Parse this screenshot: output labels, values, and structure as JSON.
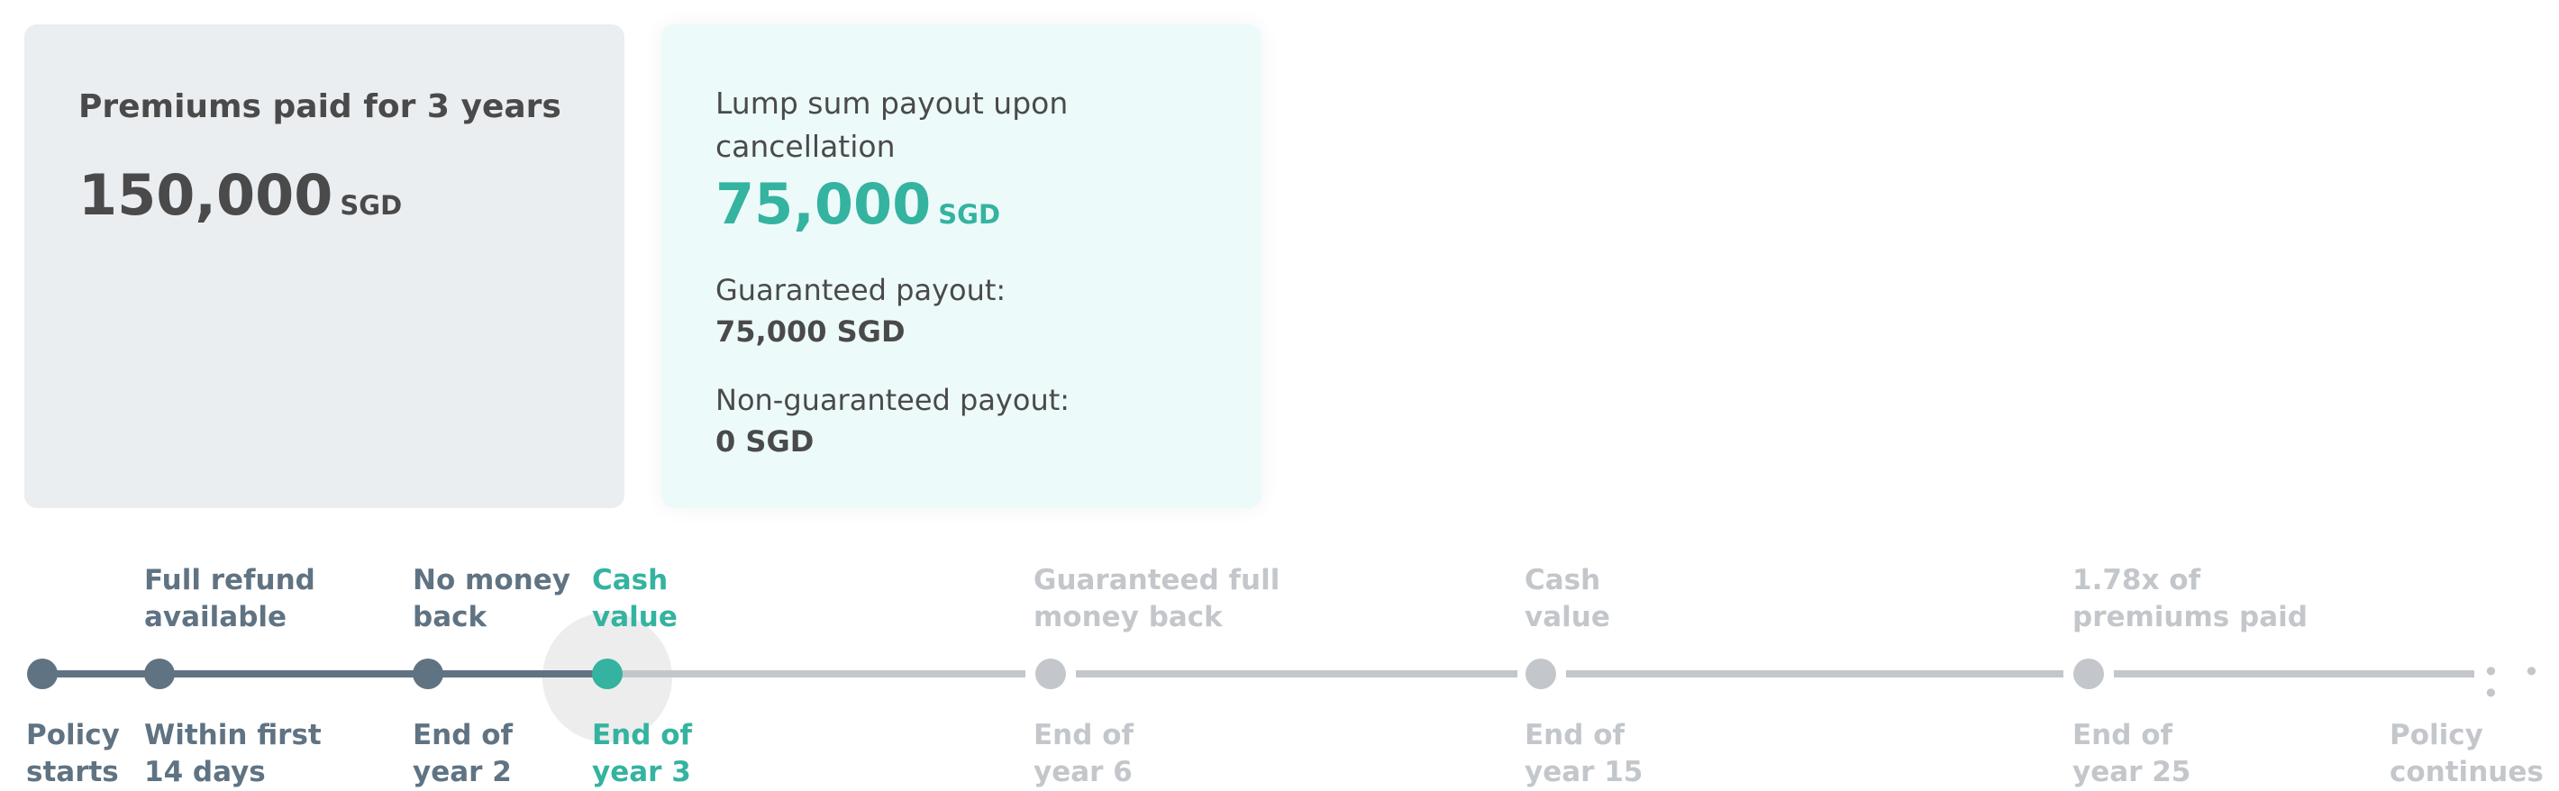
{
  "premiums_card": {
    "title": "Premiums paid for 3 years",
    "amount": "150,000",
    "currency": "SGD"
  },
  "payout_card": {
    "title": "Lump sum payout upon cancellation",
    "amount": "75,000",
    "currency": "SGD",
    "guaranteed_label": "Guaranteed payout:",
    "guaranteed_value": "75,000 SGD",
    "nonguaranteed_label": "Non-guaranteed payout:",
    "nonguaranteed_value": "0 SGD"
  },
  "timeline": {
    "milestones": [
      {
        "top_line1": "",
        "top_line2": "",
        "bottom_line1": "Policy",
        "bottom_line2": "starts",
        "state": "past"
      },
      {
        "top_line1": "Full refund",
        "top_line2": "available",
        "bottom_line1": "Within first",
        "bottom_line2": "14 days",
        "state": "past"
      },
      {
        "top_line1": "No money",
        "top_line2": "back",
        "bottom_line1": "End of",
        "bottom_line2": "year 2",
        "state": "past"
      },
      {
        "top_line1": "Cash",
        "top_line2": "value",
        "bottom_line1": "End of",
        "bottom_line2": "year 3",
        "state": "current"
      },
      {
        "top_line1": "Guaranteed full",
        "top_line2": "money back",
        "bottom_line1": "End of",
        "bottom_line2": "year 6",
        "state": "future"
      },
      {
        "top_line1": "Cash",
        "top_line2": "value",
        "bottom_line1": "End of",
        "bottom_line2": "year 15",
        "state": "future"
      },
      {
        "top_line1": "1.78x of",
        "top_line2": "premiums paid",
        "bottom_line1": "End of",
        "bottom_line2": "year 25",
        "state": "future"
      },
      {
        "top_line1": "",
        "top_line2": "",
        "bottom_line1": "Policy",
        "bottom_line2": "continues",
        "state": "future"
      }
    ],
    "ellipsis": "• • •",
    "colors": {
      "past": "#5f7383",
      "current": "#34b3a0",
      "future": "#c3c7cb"
    }
  }
}
